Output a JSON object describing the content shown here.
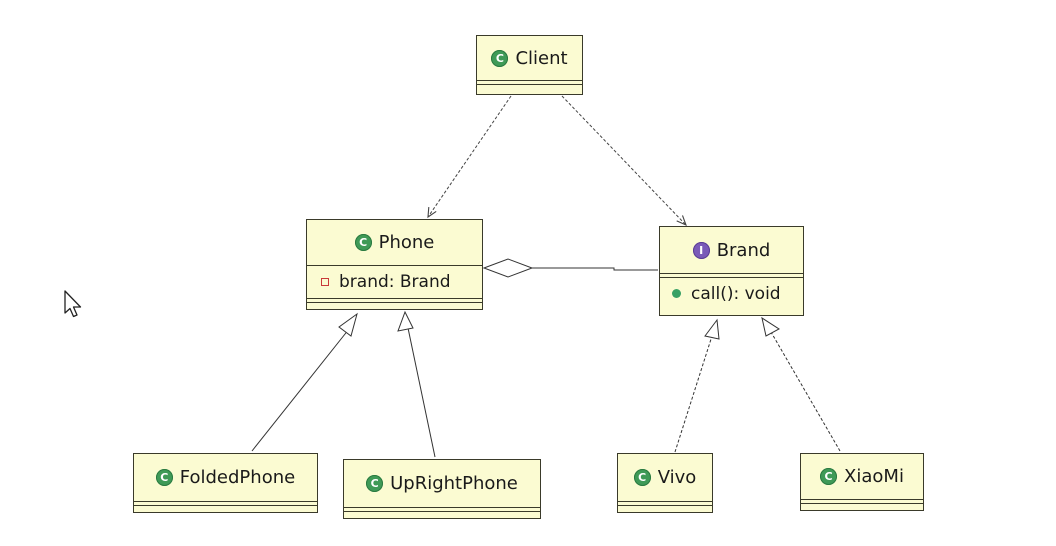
{
  "diagram": {
    "classes": {
      "client": {
        "name": "Client",
        "stereotype_icon": "class-icon"
      },
      "phone": {
        "name": "Phone",
        "stereotype_icon": "class-icon",
        "attributes": [
          "brand: Brand"
        ]
      },
      "brand": {
        "name": "Brand",
        "stereotype_icon": "interface-icon",
        "operations": [
          "call(): void"
        ]
      },
      "foldedphone": {
        "name": "FoldedPhone",
        "stereotype_icon": "class-icon"
      },
      "uprightphone": {
        "name": "UpRightPhone",
        "stereotype_icon": "class-icon"
      },
      "vivo": {
        "name": "Vivo",
        "stereotype_icon": "class-icon"
      },
      "xiaomi": {
        "name": "XiaoMi",
        "stereotype_icon": "class-icon"
      }
    },
    "relations": [
      {
        "type": "dependency",
        "from": "Client",
        "to": "Phone"
      },
      {
        "type": "dependency",
        "from": "Client",
        "to": "Brand"
      },
      {
        "type": "aggregation",
        "whole": "Phone",
        "part": "Brand"
      },
      {
        "type": "generalization",
        "child": "FoldedPhone",
        "parent": "Phone"
      },
      {
        "type": "generalization",
        "child": "UpRightPhone",
        "parent": "Phone"
      },
      {
        "type": "realization",
        "implementor": "Vivo",
        "interface": "Brand"
      },
      {
        "type": "realization",
        "implementor": "XiaoMi",
        "interface": "Brand"
      }
    ],
    "colors": {
      "class_fill": "#fbfbd2",
      "class_border": "#3a3a2a",
      "class_badge": "#3f9a57",
      "interface_badge": "#7a5ab8",
      "private_marker": "#c93a3a",
      "public_marker": "#37a064"
    }
  }
}
